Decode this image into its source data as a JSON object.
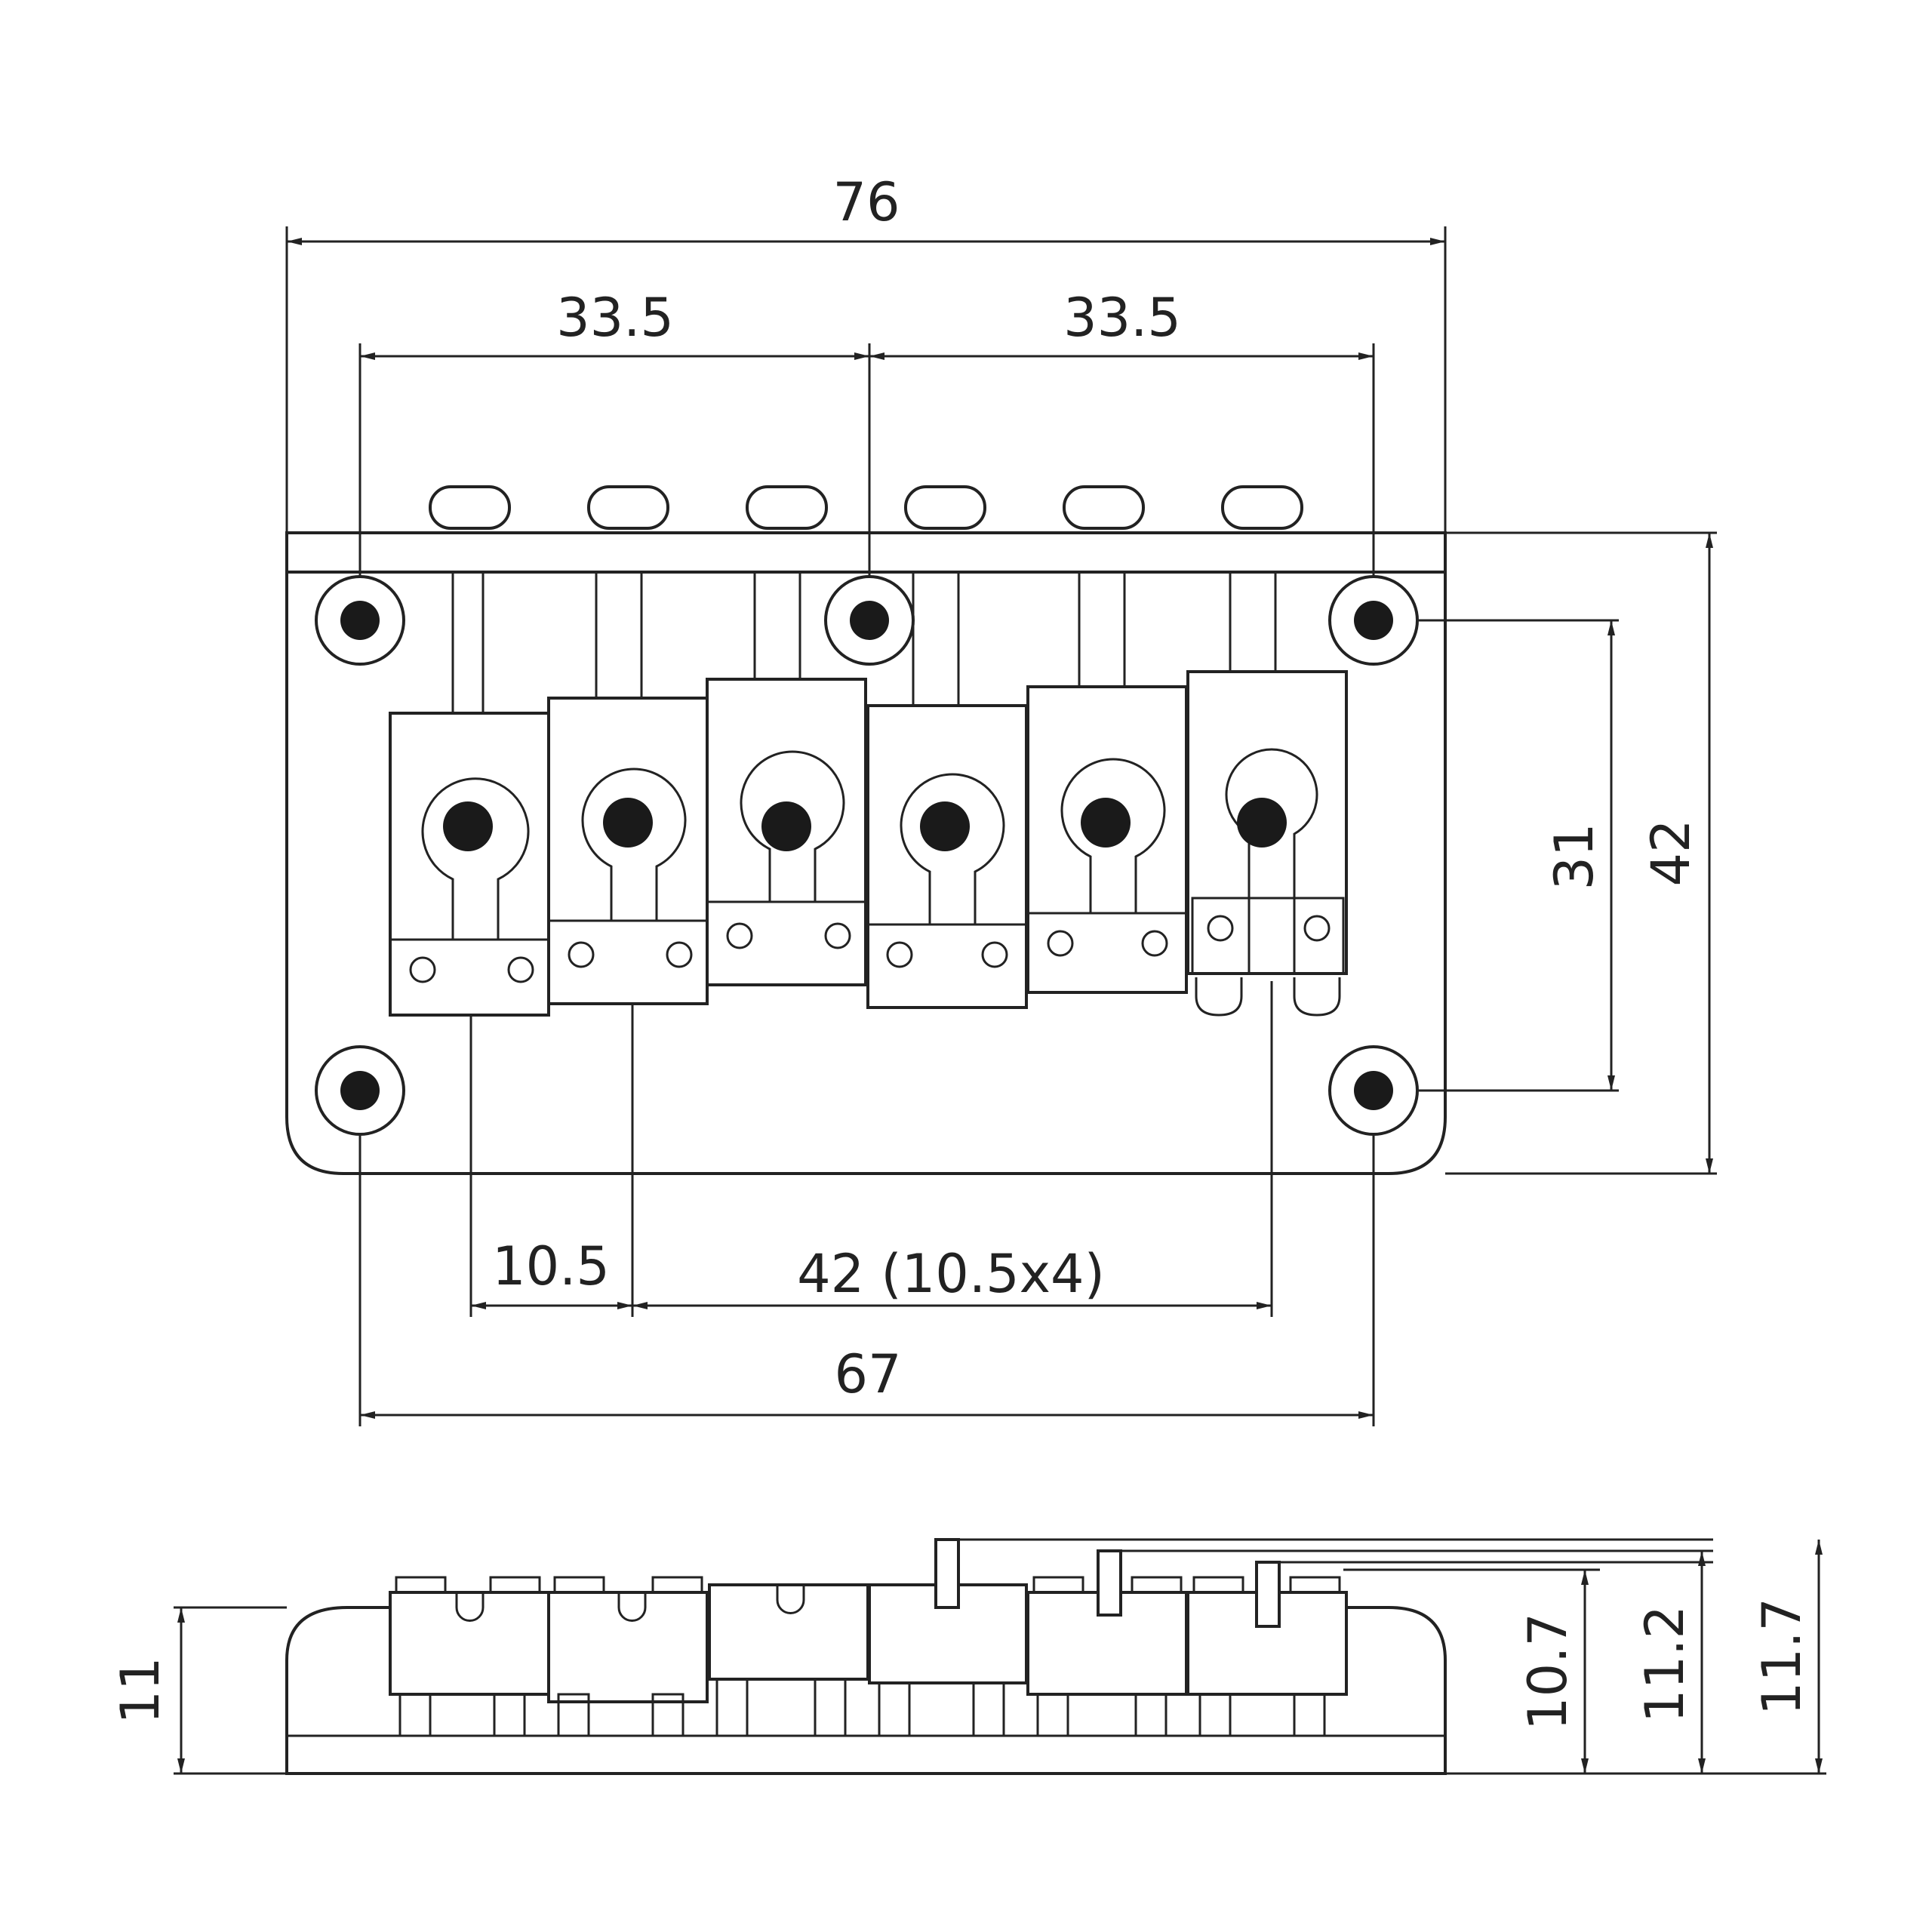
{
  "dimensions": {
    "overall_width": "76",
    "left_span": "33.5",
    "right_span": "33.5",
    "hole_vertical": "31",
    "overall_height": "42",
    "saddle_pitch": "10.5",
    "saddle_total": "42 (10.5x4)",
    "mount_span": "67",
    "side_base_height": "11",
    "side_h1": "10.7",
    "side_h2": "11.2",
    "side_h3": "11.7"
  },
  "colors": {
    "line": "#222222",
    "background": "#ffffff"
  }
}
